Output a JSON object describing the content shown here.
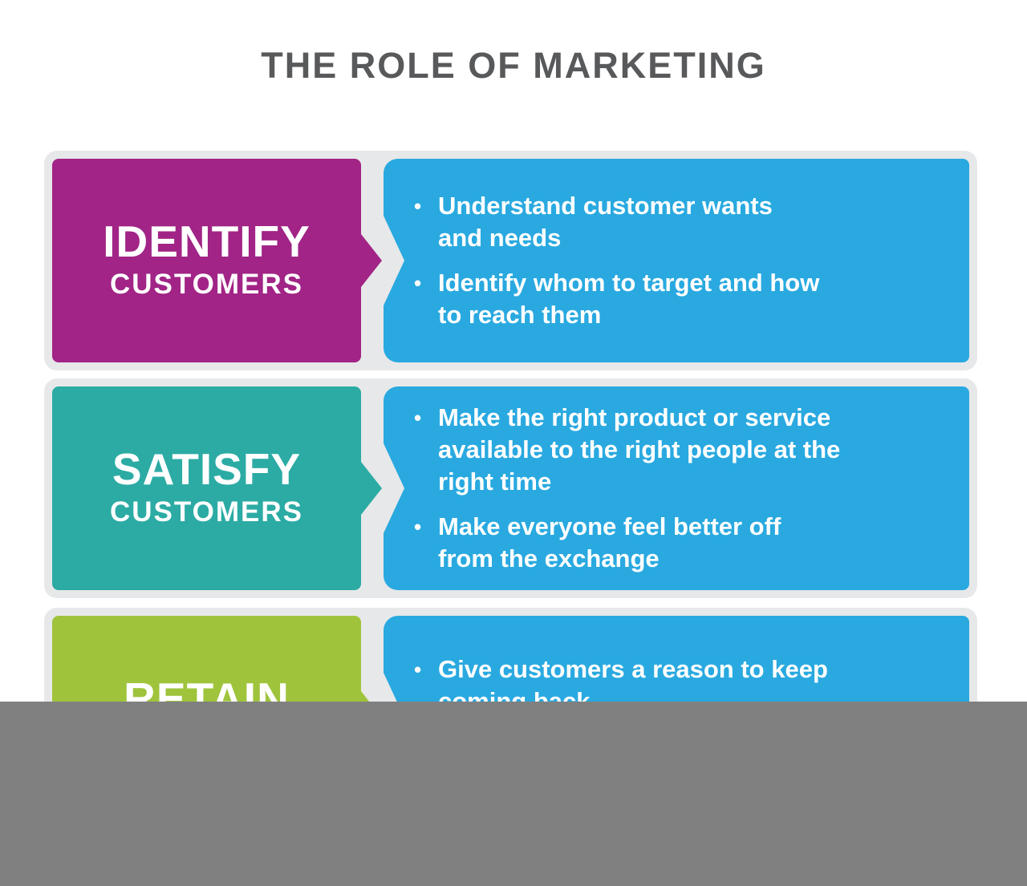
{
  "title": "THE ROLE OF MARKETING",
  "bullet_char": "•",
  "colors": {
    "title_text": "#58595B",
    "identify_purple": "#A12486",
    "satisfy_teal": "#2BABA4",
    "retain_green": "#9FC43C",
    "content_blue": "#29A9E0",
    "card_gray": "#E7E8E9",
    "overlay_gray": "#808080",
    "text_white": "#FFFFFF",
    "background": "#FFFFFF"
  },
  "rows": [
    {
      "label": "IDENTIFY",
      "sublabel": "CUSTOMERS",
      "bullets": [
        "Understand customer wants\nand needs",
        "Identify whom to target and how\nto reach them"
      ]
    },
    {
      "label": "SATISFY",
      "sublabel": "CUSTOMERS",
      "bullets": [
        "Make the right product or service\navailable to the right people at the\nright time",
        "Make everyone feel better off\nfrom the exchange"
      ]
    },
    {
      "label": "RETAIN",
      "sublabel": "",
      "bullets": [
        "Give customers a reason to keep\ncoming back"
      ]
    }
  ]
}
